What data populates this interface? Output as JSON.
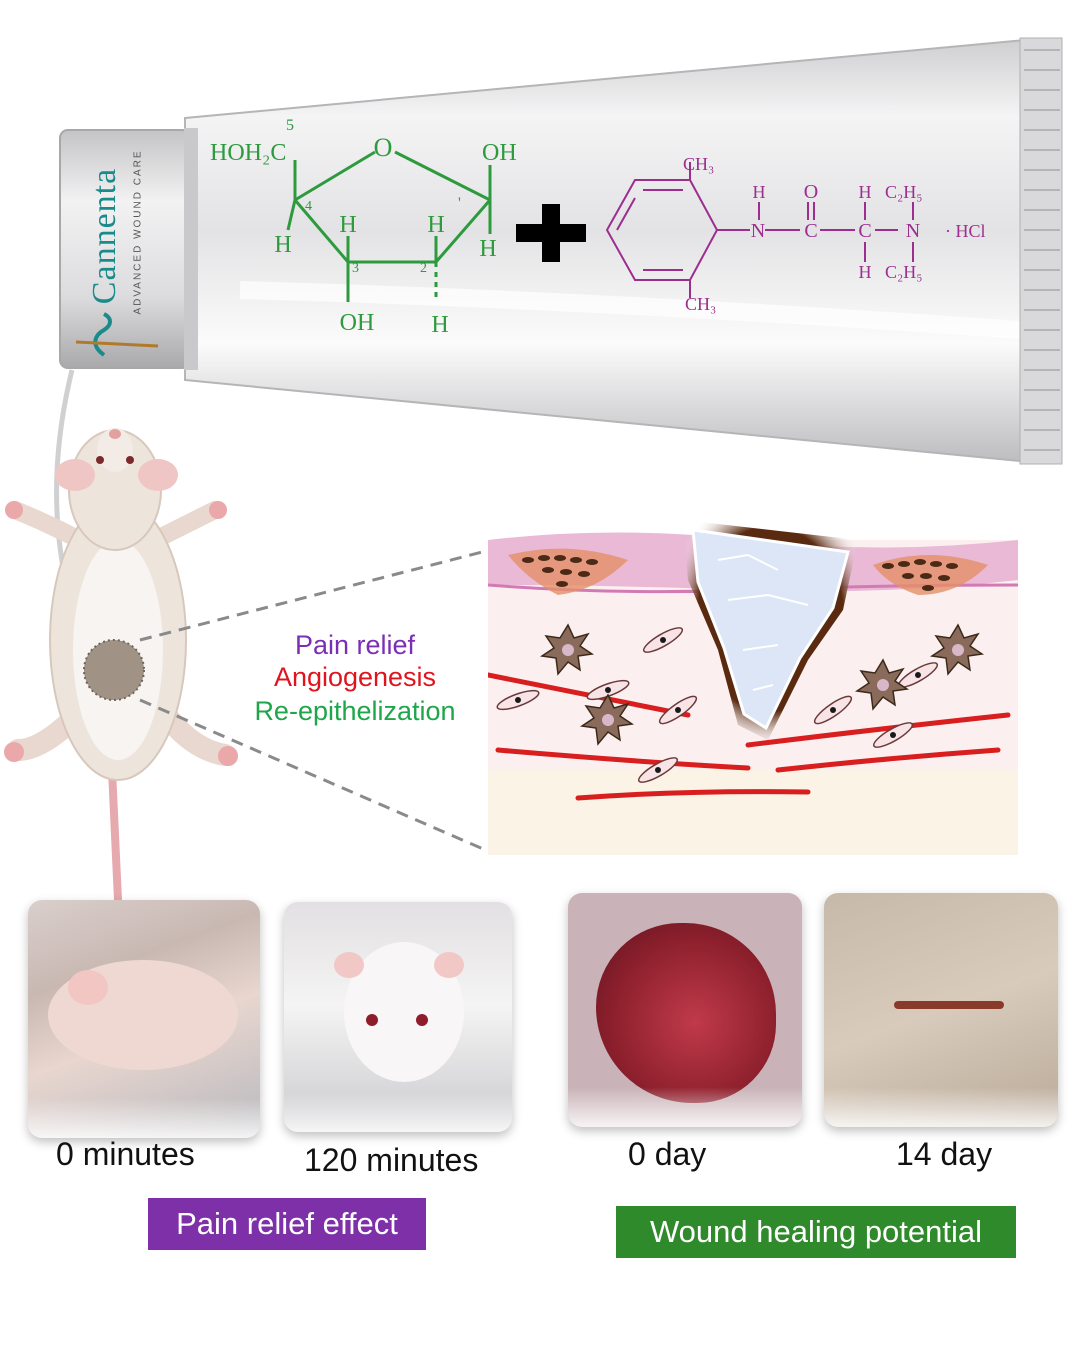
{
  "tube": {
    "brand": "Cannenta",
    "tagline": "ADVANCED WOUND CARE"
  },
  "ribose": {
    "color": "#2e9a3e",
    "hoh2c": "HOH₂C",
    "c5": "5",
    "o": "O",
    "oh_top": "OH",
    "c4": "4",
    "h_c4_out": "H",
    "h_c4_in": "H",
    "h_c1_in": "H",
    "c1": "'",
    "h_c1_out": "H",
    "c3": "3",
    "c2": "2",
    "oh_bottom": "OH",
    "h_bottom": "H"
  },
  "lidocaine": {
    "color": "#9b2e8f",
    "ch3_top": "CH₃",
    "ch3_bottom": "CH₃",
    "h_n": "H",
    "n1": "N",
    "o": "O",
    "c1": "C",
    "h_top": "H",
    "c2_top": "C₂H₅",
    "c2": "C",
    "n2": "N",
    "h_bottom": "H",
    "c2_bottom": "C₂H₅",
    "hcl": "· HCl"
  },
  "effects": [
    {
      "label": "Pain relief",
      "color": "#7b2fb5"
    },
    {
      "label": "Angiogenesis",
      "color": "#e0141e"
    },
    {
      "label": "Re-epithelization",
      "color": "#1fa64a"
    }
  ],
  "photos": {
    "captions": [
      "0 minutes",
      "120 minutes",
      "0 day",
      "14 day"
    ]
  },
  "badges": {
    "pain": {
      "label": "Pain relief effect",
      "color": "#7e30a8"
    },
    "wound": {
      "label": "Wound healing potential",
      "color": "#2e8a2a"
    }
  }
}
